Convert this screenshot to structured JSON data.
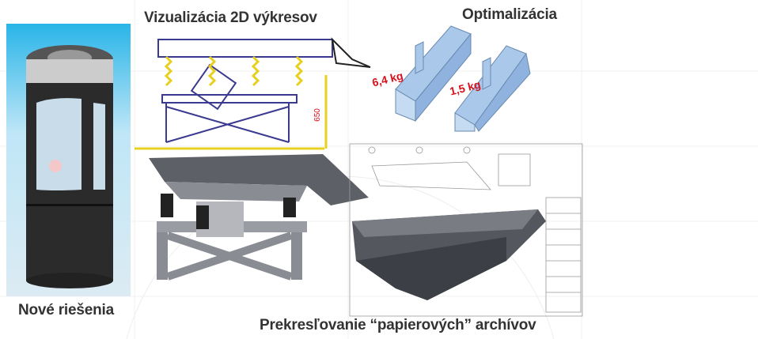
{
  "captions": {
    "stove": "Nové riešenia",
    "drawing2d": "Vizualizácia 2D výkresov",
    "optimization": "Optimalizácia",
    "paper_archives": "Prekresľovanie “papierových” archívov"
  },
  "weights": {
    "heavy": "6,4 kg",
    "light": "1,5 kg"
  },
  "dimension_label": "650",
  "colors": {
    "caption": "#333333",
    "weight": "#d8101c",
    "dimension": "#f0e020",
    "panel_blue": "#bfe6f7",
    "part_blue": "#a9c8ea"
  }
}
